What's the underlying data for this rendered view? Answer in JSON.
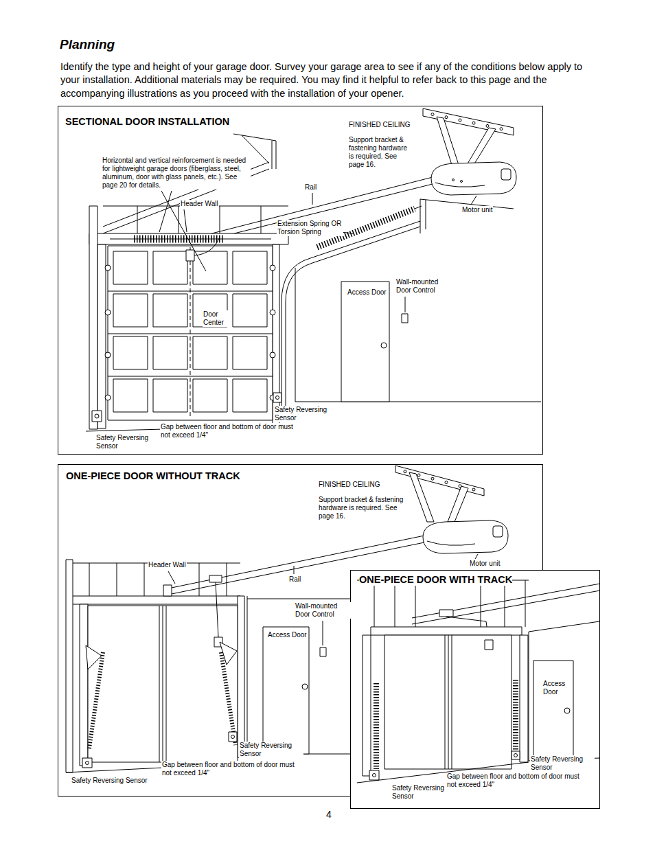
{
  "diagram": {
    "title": "Planning",
    "nodes": [
      {
        "text": [
          "SECTIONAL DOOR INSTALLATION"
        ]
      },
      {
        "text": [
          "ONE-PIECE DOOR WITHOUT TRACK"
        ]
      },
      {
        "text": [
          "ONE-PIECE DOOR WITH TRACK"
        ]
      }
    ],
    "labels": [
      "Identify the type and height of your garage door. Survey your garage area to see if any of the conditions below apply to your installation. Additional materials may be required. You may find it helpful to refer back to this page and the accompanying illustrations as you proceed with the installation of your opener.",
      "FINISHED CEILING",
      "Support bracket & fastening hardware is required. See page 16.",
      "Horizontal and vertical reinforcement is needed for lightweight garage doors (fiberglass, steel, aluminum, door with glass panels, etc.). See page 20 for details.",
      "Header Wall",
      "Rail",
      "Extension Spring OR Torsion Spring",
      "Motor unit",
      "Access Door",
      "Wall-mounted Door Control",
      "Door Center",
      "Safety Reversing Sensor",
      "Gap between floor and bottom of door must not exceed 1/4\"",
      "Safety Reversing Sensor",
      "FINISHED CEILING",
      "Support bracket & fastening hardware is required. See page 16.",
      "Header Wall",
      "Rail",
      "Motor unit",
      "Wall-mounted Door Control",
      "Access Door",
      "Safety Reversing Sensor",
      "Gap between floor and bottom of door must not exceed 1/4\"",
      "Safety Reversing Sensor",
      "Access Door",
      "Safety Reversing Sensor",
      "Gap between floor and bottom of door must not exceed 1/4\"",
      "Safety Reversing Sensor",
      "4"
    ]
  }
}
